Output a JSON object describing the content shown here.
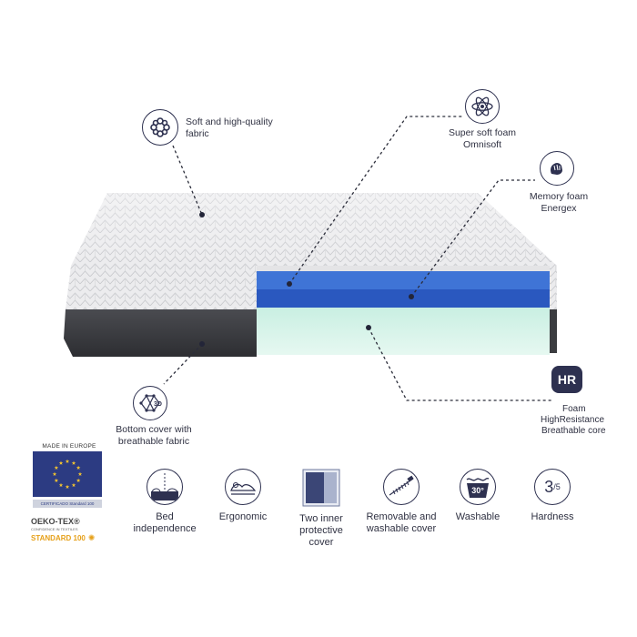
{
  "callouts": {
    "fabric": "Soft and high-quality fabric",
    "omnisoft_l1": "Super soft foam",
    "omnisoft_l2": "Omnisoft",
    "energex_l1": "Memory foam",
    "energex_l2": "Energex",
    "hr_badge": "HR",
    "hr_l1": "Foam",
    "hr_l2": "HighResistance",
    "hr_l3": "Breathable core",
    "bottom_l1": "Bottom cover with",
    "bottom_l2": "breathable fabric",
    "bottom_icon_text": "3D"
  },
  "certifications": {
    "made_in_europe": "MADE IN EUROPE",
    "cert_small": "CERTIFICADO Standard 100",
    "oeko_tex": "OEKO-TEX®",
    "oeko_sub": "CONFIDENCE IN TEXTILES",
    "standard_100": "STANDARD 100"
  },
  "features": [
    {
      "label": "Bed independence",
      "icon": "bed-independence-icon"
    },
    {
      "label": "Ergonomic",
      "icon": "ergonomic-icon"
    },
    {
      "label": "Two inner protective cover",
      "icon": "protective-cover-icon"
    },
    {
      "label": "Removable and washable cover",
      "icon": "zipper-icon"
    },
    {
      "label": "Washable",
      "icon": "washable-icon",
      "badge": "30°"
    },
    {
      "label": "Hardness",
      "icon": "hardness-icon",
      "value": "3",
      "scale": "/5"
    }
  ],
  "colors": {
    "navy": "#2e3150",
    "blue_top": "#3a6fd0",
    "blue_mid": "#2c5fc4",
    "mint": "#d8f3ea",
    "base_dark": "#3a3b3f",
    "eu_blue": "#2c3b82",
    "eu_star": "#f2c230",
    "oeko_orange": "#e6a019"
  }
}
